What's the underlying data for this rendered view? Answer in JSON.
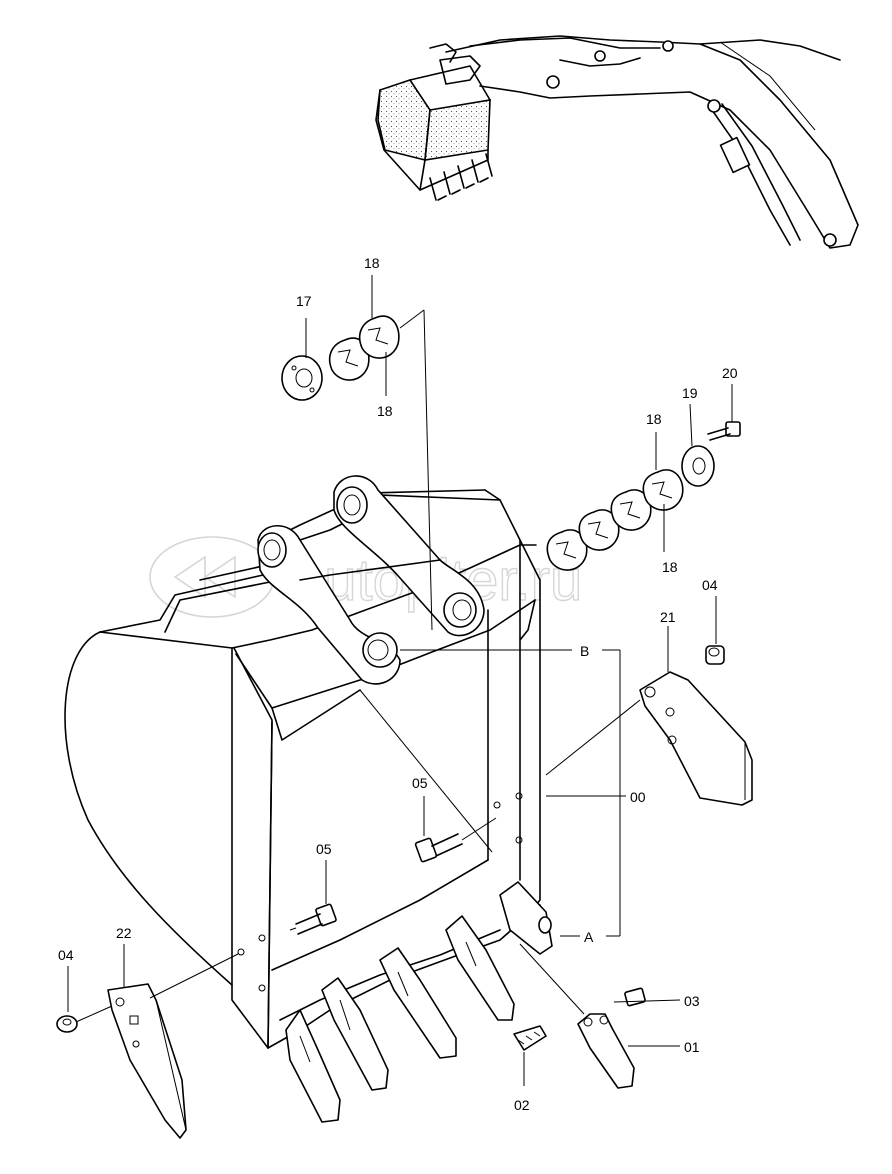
{
  "watermark": "autopiter.ru",
  "labels": {
    "p00": "00",
    "p01": "01",
    "p02": "02",
    "p03": "03",
    "p04a": "04",
    "p04b": "04",
    "p05a": "05",
    "p05b": "05",
    "p17": "17",
    "p18a": "18",
    "p18b": "18",
    "p18c": "18",
    "p18d": "18",
    "p19": "19",
    "p20": "20",
    "p21": "21",
    "p22": "22",
    "refA": "A",
    "refB": "B"
  },
  "icons": {
    "watermark_logo": "autopiter-logo-icon"
  }
}
